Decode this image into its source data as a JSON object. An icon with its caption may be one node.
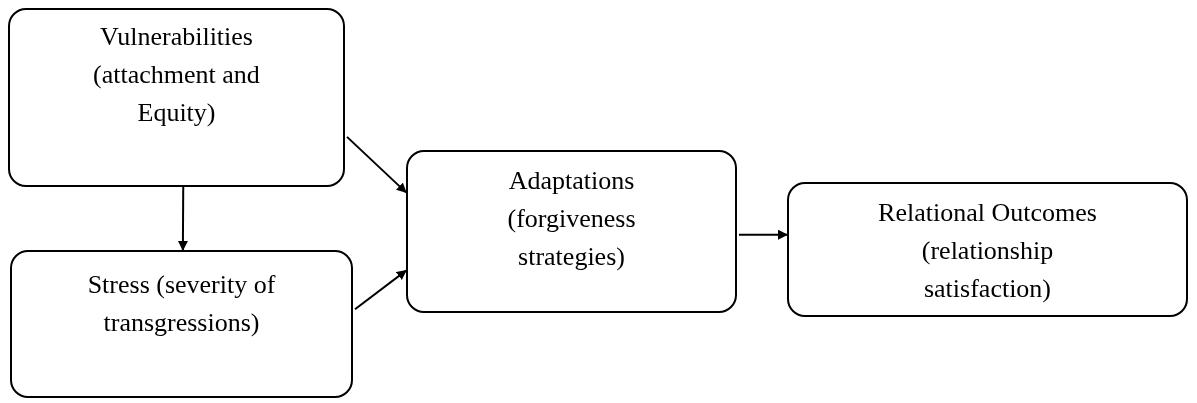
{
  "diagram": {
    "nodes": [
      {
        "text": [
          "Vulnerabilities (attachment and Equity)"
        ]
      },
      {
        "text": [
          "Stress (severity of transgressions)"
        ]
      },
      {
        "text": [
          "Adaptations (forgiveness strategies)"
        ]
      },
      {
        "text": [
          "Relational Outcomes (relationship satisfaction)"
        ]
      }
    ],
    "edges": [
      {
        "from": 0,
        "to": 2,
        "arrow": "to"
      },
      {
        "from": 0,
        "to": 1,
        "arrow": "to"
      },
      {
        "from": 1,
        "to": 2,
        "arrow": "to"
      },
      {
        "from": 2,
        "to": 3,
        "arrow": "to"
      }
    ]
  }
}
